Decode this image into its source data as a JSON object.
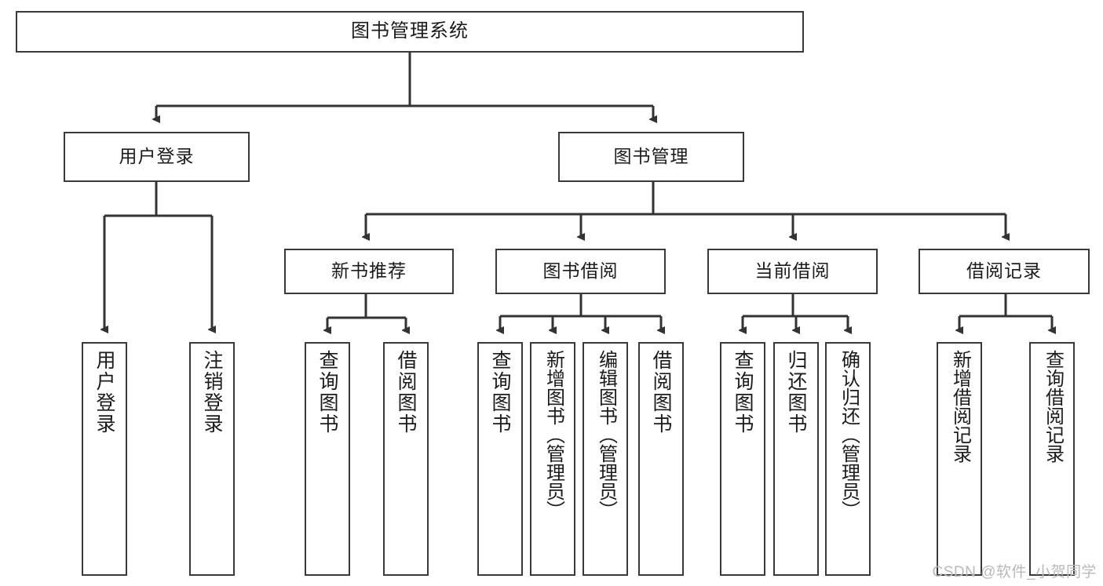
{
  "diagram": {
    "title": "图书管理系统",
    "type": "tree-hierarchy-chart",
    "root": {
      "label": "图书管理系统"
    },
    "level2": [
      {
        "label": "用户登录"
      },
      {
        "label": "图书管理"
      }
    ],
    "level3": [
      {
        "label": "新书推荐"
      },
      {
        "label": "图书借阅"
      },
      {
        "label": "当前借阅"
      },
      {
        "label": "借阅记录"
      }
    ],
    "leaves": [
      {
        "label": "用户登录"
      },
      {
        "label": "注销登录"
      },
      {
        "label": "查询图书"
      },
      {
        "label": "借阅图书"
      },
      {
        "label": "查询图书"
      },
      {
        "label": "新增图书（管理员）"
      },
      {
        "label": "编辑图书（管理员）"
      },
      {
        "label": "借阅图书"
      },
      {
        "label": "查询图书"
      },
      {
        "label": "归还图书"
      },
      {
        "label": "确认归还（管理员）"
      },
      {
        "label": "新增借阅记录"
      },
      {
        "label": "查询借阅记录"
      }
    ]
  },
  "watermark": {
    "text": "CSDN @软件_小贺同学"
  },
  "colors": {
    "border": "#3a3a3a",
    "edge": "#333333",
    "background": "#ffffff",
    "text": "#1b1b1b",
    "watermark": "#b9b9b9"
  }
}
